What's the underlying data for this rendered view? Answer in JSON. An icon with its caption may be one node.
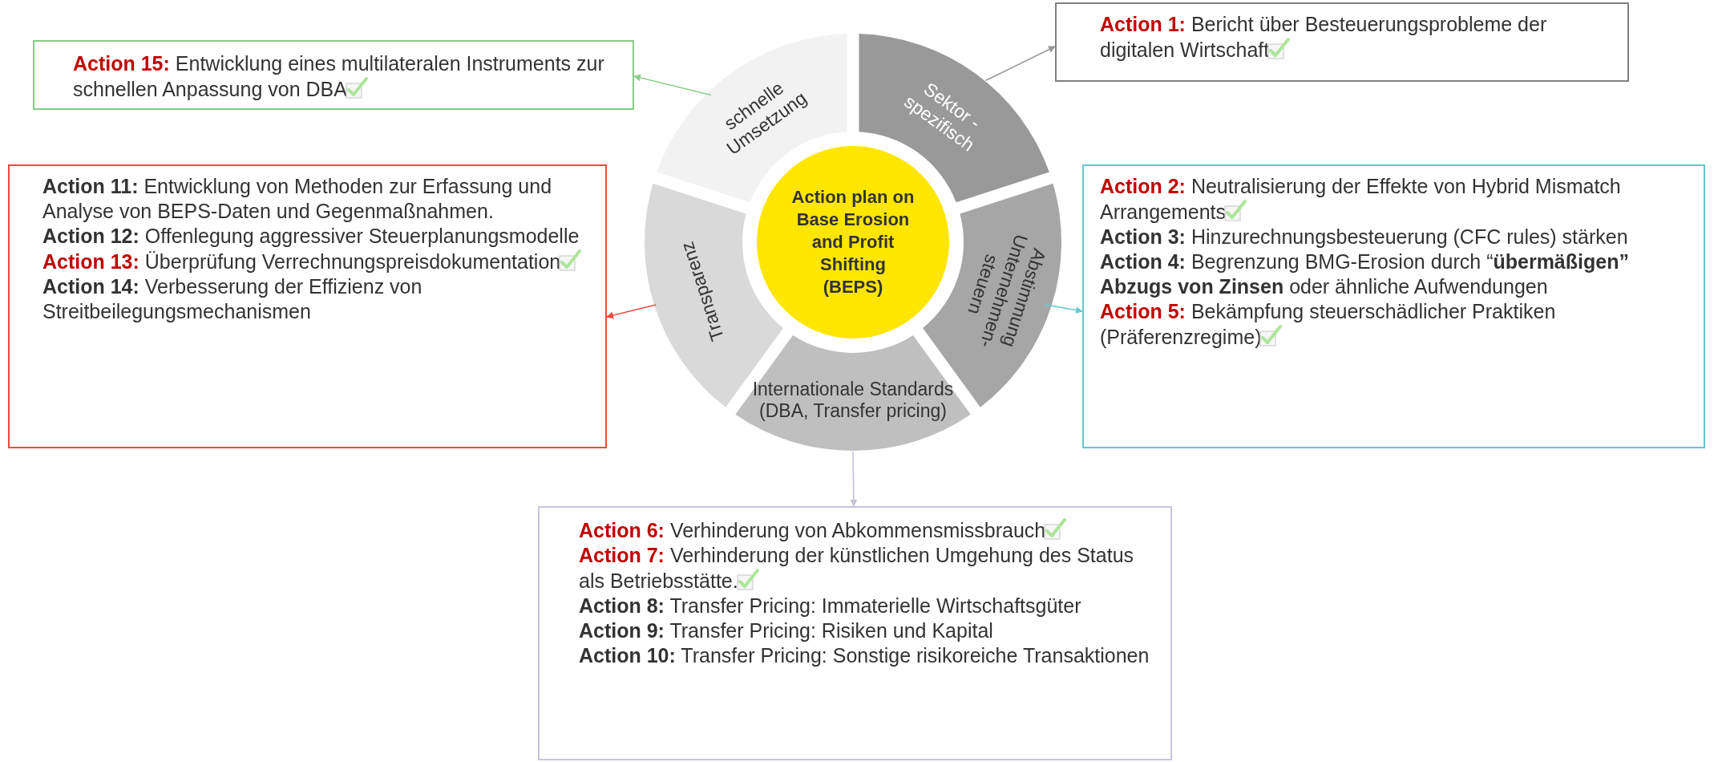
{
  "diagram": {
    "nodes": [
      {
        "text": [
          "Action plan on Base Erosion and Profit Shifting (BEPS)"
        ]
      },
      {
        "text": [
          "Sektor -spezifisch"
        ]
      },
      {
        "text": [
          "Abstimmung Unternehmen- steuern"
        ]
      },
      {
        "text": [
          "Internationale Standards (DBA, Transfer pricing)"
        ]
      },
      {
        "text": [
          "Transparenz"
        ]
      },
      {
        "text": [
          "schnelle Umsetzung"
        ]
      },
      {
        "text": [
          "**Action 15:** Entwicklung eines multilateralen Instruments zur schnellen Anpassung von DBA"
        ]
      },
      {
        "text": [
          "**Action 1:** Bericht über Besteuerungsprobleme der digitalen Wirtschaft"
        ]
      },
      {
        "text": [
          "**Action 11:** Entwicklung von Methoden zur Erfassung und Analyse von BEPS-Daten und Gegenmaßnahmen.",
          "**Action 12:** Offenlegung aggressiver Steuerplanungsmodelle",
          "**Action 13:** Überprüfung Verrechnungspreisdokumentation",
          "**Action 14:** Verbesserung der Effizienz von Streitbeilegungsmechanismen"
        ]
      },
      {
        "text": [
          "**Action 2:** Neutralisierung der Effekte von Hybrid Mismatch Arrangements",
          "**Action 3:** Hinzurechnungsbesteuerung (CFC rules) stärken",
          "**Action 4:** Begrenzung BMG-Erosion durch “**übermäßigen” Abzugs von Zinsen** oder ähnliche Aufwendungen",
          "**Action 5:** Bekämpfung steuerschädlicher Praktiken (Präferenzregime)"
        ]
      },
      {
        "text": [
          "**Action 6:** Verhinderung von Abkommensmissbrauch",
          "**Action 7:** Verhinderung der künstlichen Umgehung des Status als Betriebsstätte.",
          "**Action 8:** Transfer Pricing: Immaterielle Wirtschaftsgüter",
          "**Action 9:** Transfer Pricing: Risiken und Kapital",
          "**Action 10:** Transfer Pricing: Sonstige risikoreiche Transaktionen"
        ]
      }
    ],
    "edges": [
      {
        "from": 5,
        "to": 6,
        "arrow": "to",
        "color": "#8dcf8d"
      },
      {
        "from": 1,
        "to": 7,
        "arrow": "to",
        "color": "#999999"
      },
      {
        "from": 2,
        "to": 9,
        "arrow": "to",
        "color": "#6cc9d1"
      },
      {
        "from": 3,
        "to": 10,
        "arrow": "to",
        "color": "#c5c1db"
      },
      {
        "from": 4,
        "to": 8,
        "arrow": "to",
        "color": "#ee4b3e"
      }
    ]
  }
}
